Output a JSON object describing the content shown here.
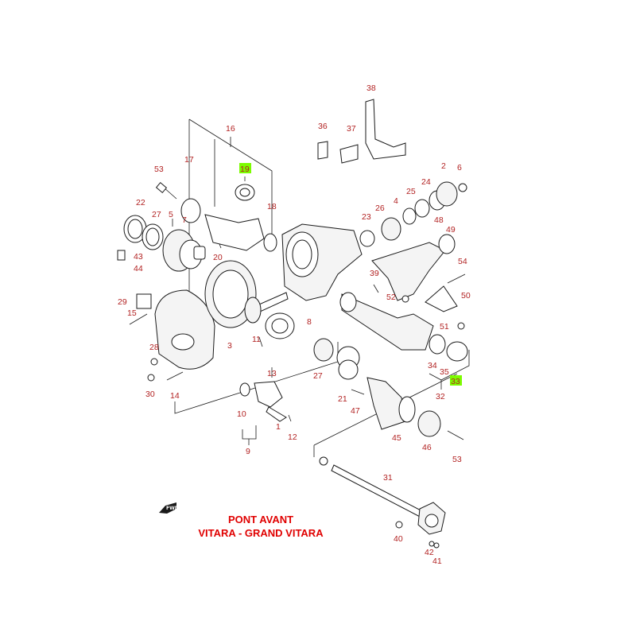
{
  "title": {
    "line1": "PONT AVANT",
    "line2": "VITARA - GRAND VITARA"
  },
  "fwd_label": "FWD",
  "colors": {
    "label": "#b22222",
    "title": "#e00000",
    "highlight": "#7CFC00"
  },
  "labels": {
    "l1": "1",
    "l2": "2",
    "l3": "3",
    "l4": "4",
    "l5": "5",
    "l6": "6",
    "l7": "7",
    "l8": "8",
    "l9": "9",
    "l10": "10",
    "l11": "11",
    "l12": "12",
    "l13": "13",
    "l14": "14",
    "l15": "15",
    "l16": "16",
    "l17": "17",
    "l18": "18",
    "l19": "19",
    "l20": "20",
    "l21": "21",
    "l22": "22",
    "l23": "23",
    "l24": "24",
    "l25": "25",
    "l26": "26",
    "l27a": "27",
    "l27b": "27",
    "l28": "28",
    "l29": "29",
    "l30": "30",
    "l31": "31",
    "l32": "32",
    "l33": "33",
    "l34": "34",
    "l35": "35",
    "l36": "36",
    "l37": "37",
    "l38": "38",
    "l39": "39",
    "l40": "40",
    "l41": "41",
    "l42": "42",
    "l43": "43",
    "l44": "44",
    "l45": "45",
    "l46": "46",
    "l47": "47",
    "l48": "48",
    "l49": "49",
    "l50": "50",
    "l51": "51",
    "l52": "52",
    "l53a": "53",
    "l53b": "53",
    "l54": "54"
  },
  "highlighted_parts": [
    "19",
    "33"
  ]
}
